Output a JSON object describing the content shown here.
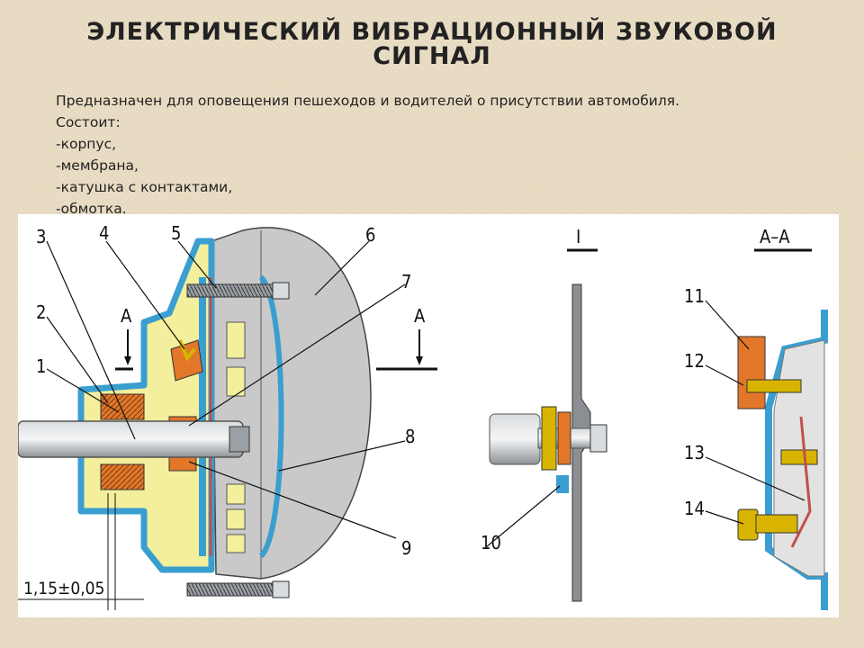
{
  "title": "ЭЛЕКТРИЧЕСКИЙ ВИБРАЦИОННЫЙ ЗВУКОВОЙ СИГНАЛ",
  "description": {
    "lines": [
      "Предназначен для оповещения пешеходов и водителей о присутствии автомобиля.",
      "Состоит:",
      "-корпус,",
      "-мембрана,",
      "-катушка с контактами,",
      "-обмотка."
    ]
  },
  "diagram": {
    "labels": {
      "n1": "1",
      "n2": "2",
      "n3": "3",
      "n4": "4",
      "n5": "5",
      "n6": "6",
      "n7": "7",
      "n8": "8",
      "n9": "9",
      "n10": "10",
      "n11": "11",
      "n12": "12",
      "n13": "13",
      "n14": "14",
      "sectionA_left": "А",
      "sectionA_right": "А",
      "view_I": "I",
      "view_AA": "А–А",
      "dimension": "1,15±0,05"
    }
  },
  "colors": {
    "background": "#e9dcc3",
    "housing_blue": "#3a9fd0",
    "fill_yellow": "#f3ef9c",
    "coil_orange": "#e2772a",
    "shell_gray": "#c9c9c9",
    "shaft_gray": "#b0b4b8"
  }
}
